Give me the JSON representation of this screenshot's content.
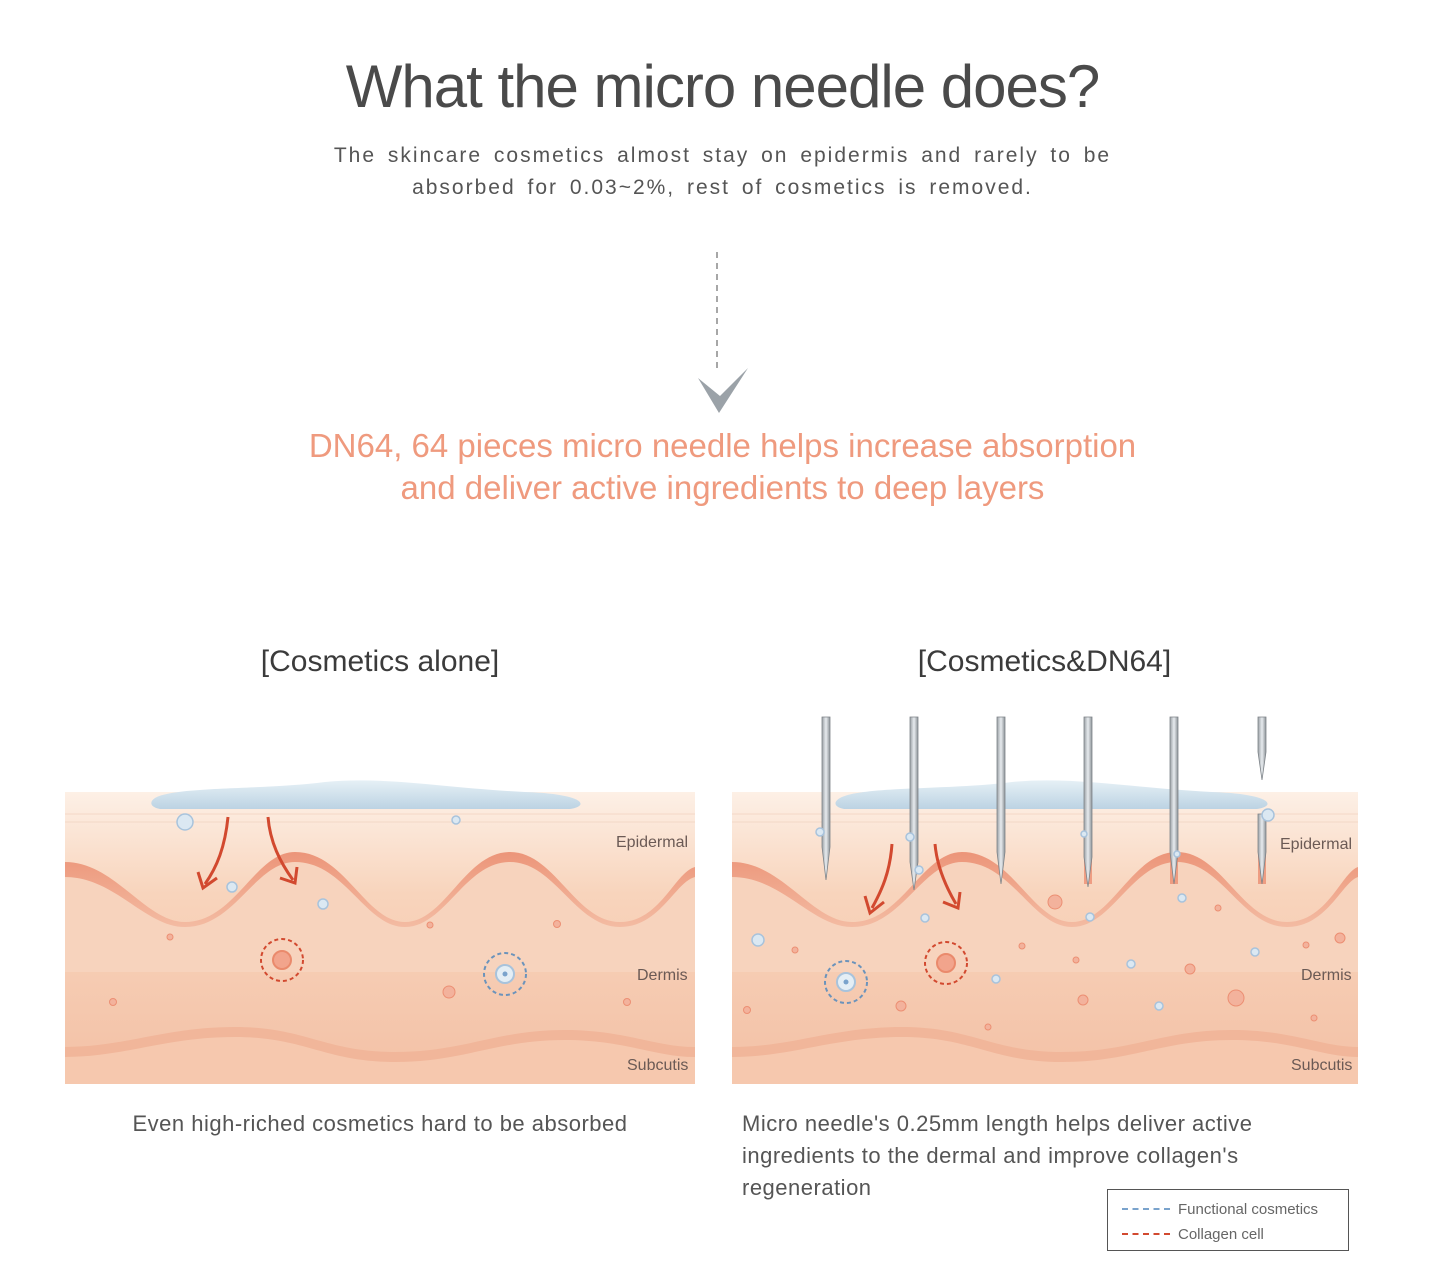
{
  "title": "What the micro needle does?",
  "subtitle": "The skincare cosmetics almost stay on epidermis and rarely to be absorbed for 0.03~2%, rest of cosmetics is removed.",
  "headline": {
    "line1": "DN64, 64 pieces micro needle helps increase absorption",
    "line2": "and deliver active ingredients to deep layers"
  },
  "colors": {
    "headline": "#ef9a7e",
    "skin_top": "#fbe3d0",
    "skin_mid": "#f6c9ad",
    "skin_wave": "#ec9e84",
    "arrow": "#d2492f",
    "functional": "#7aa3cc",
    "collagen": "#d2492f",
    "check": "#9ba2a8"
  },
  "panels": {
    "left": {
      "title": "[Cosmetics alone]",
      "caption": "Even high-riched cosmetics hard to be absorbed",
      "labels": {
        "epidermal": "Epidermal",
        "dermis": "Dermis",
        "subcutis": "Subcutis"
      }
    },
    "right": {
      "title": "[Cosmetics&DN64]",
      "caption": "Micro needle's 0.25mm length helps deliver active ingredients to the dermal and improve collagen's regeneration",
      "labels": {
        "epidermal": "Epidermal",
        "dermis": "Dermis",
        "subcutis": "Subcutis"
      }
    }
  },
  "legend": {
    "functional": "Functional cosmetics",
    "collagen": "Collagen cell"
  }
}
